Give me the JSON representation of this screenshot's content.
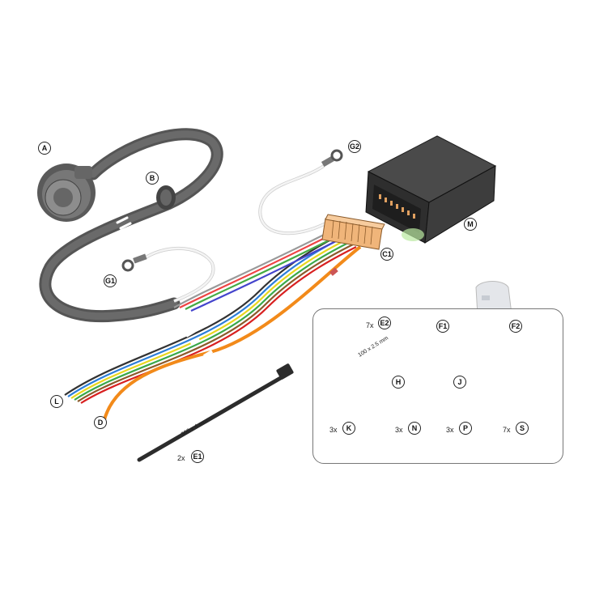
{
  "parts": {
    "A": "A",
    "B": "B",
    "G1": "G1",
    "G2": "G2",
    "C1": "C1",
    "M": "M",
    "L": "L",
    "D": "D",
    "E1": "E1",
    "E2": "E2",
    "F1": "F1",
    "F2": "F2",
    "H": "H",
    "J": "J",
    "K": "K",
    "N": "N",
    "P": "P",
    "S": "S"
  },
  "quantities": {
    "E1": "2x",
    "E2": "7x",
    "K": "3x",
    "N": "3x",
    "P": "3x",
    "S": "7x"
  },
  "dimensions": {
    "E1": "300 x 4 mm",
    "E2": "100 x 2.5 mm"
  },
  "colors": {
    "cable": "#4a4a4a",
    "cable_dark": "#2f2f2f",
    "orange_wire": "#f28a1a",
    "connector": "#f0b57a",
    "module": "#3a3a3a",
    "fuse_blue": "#6f8fd0"
  }
}
